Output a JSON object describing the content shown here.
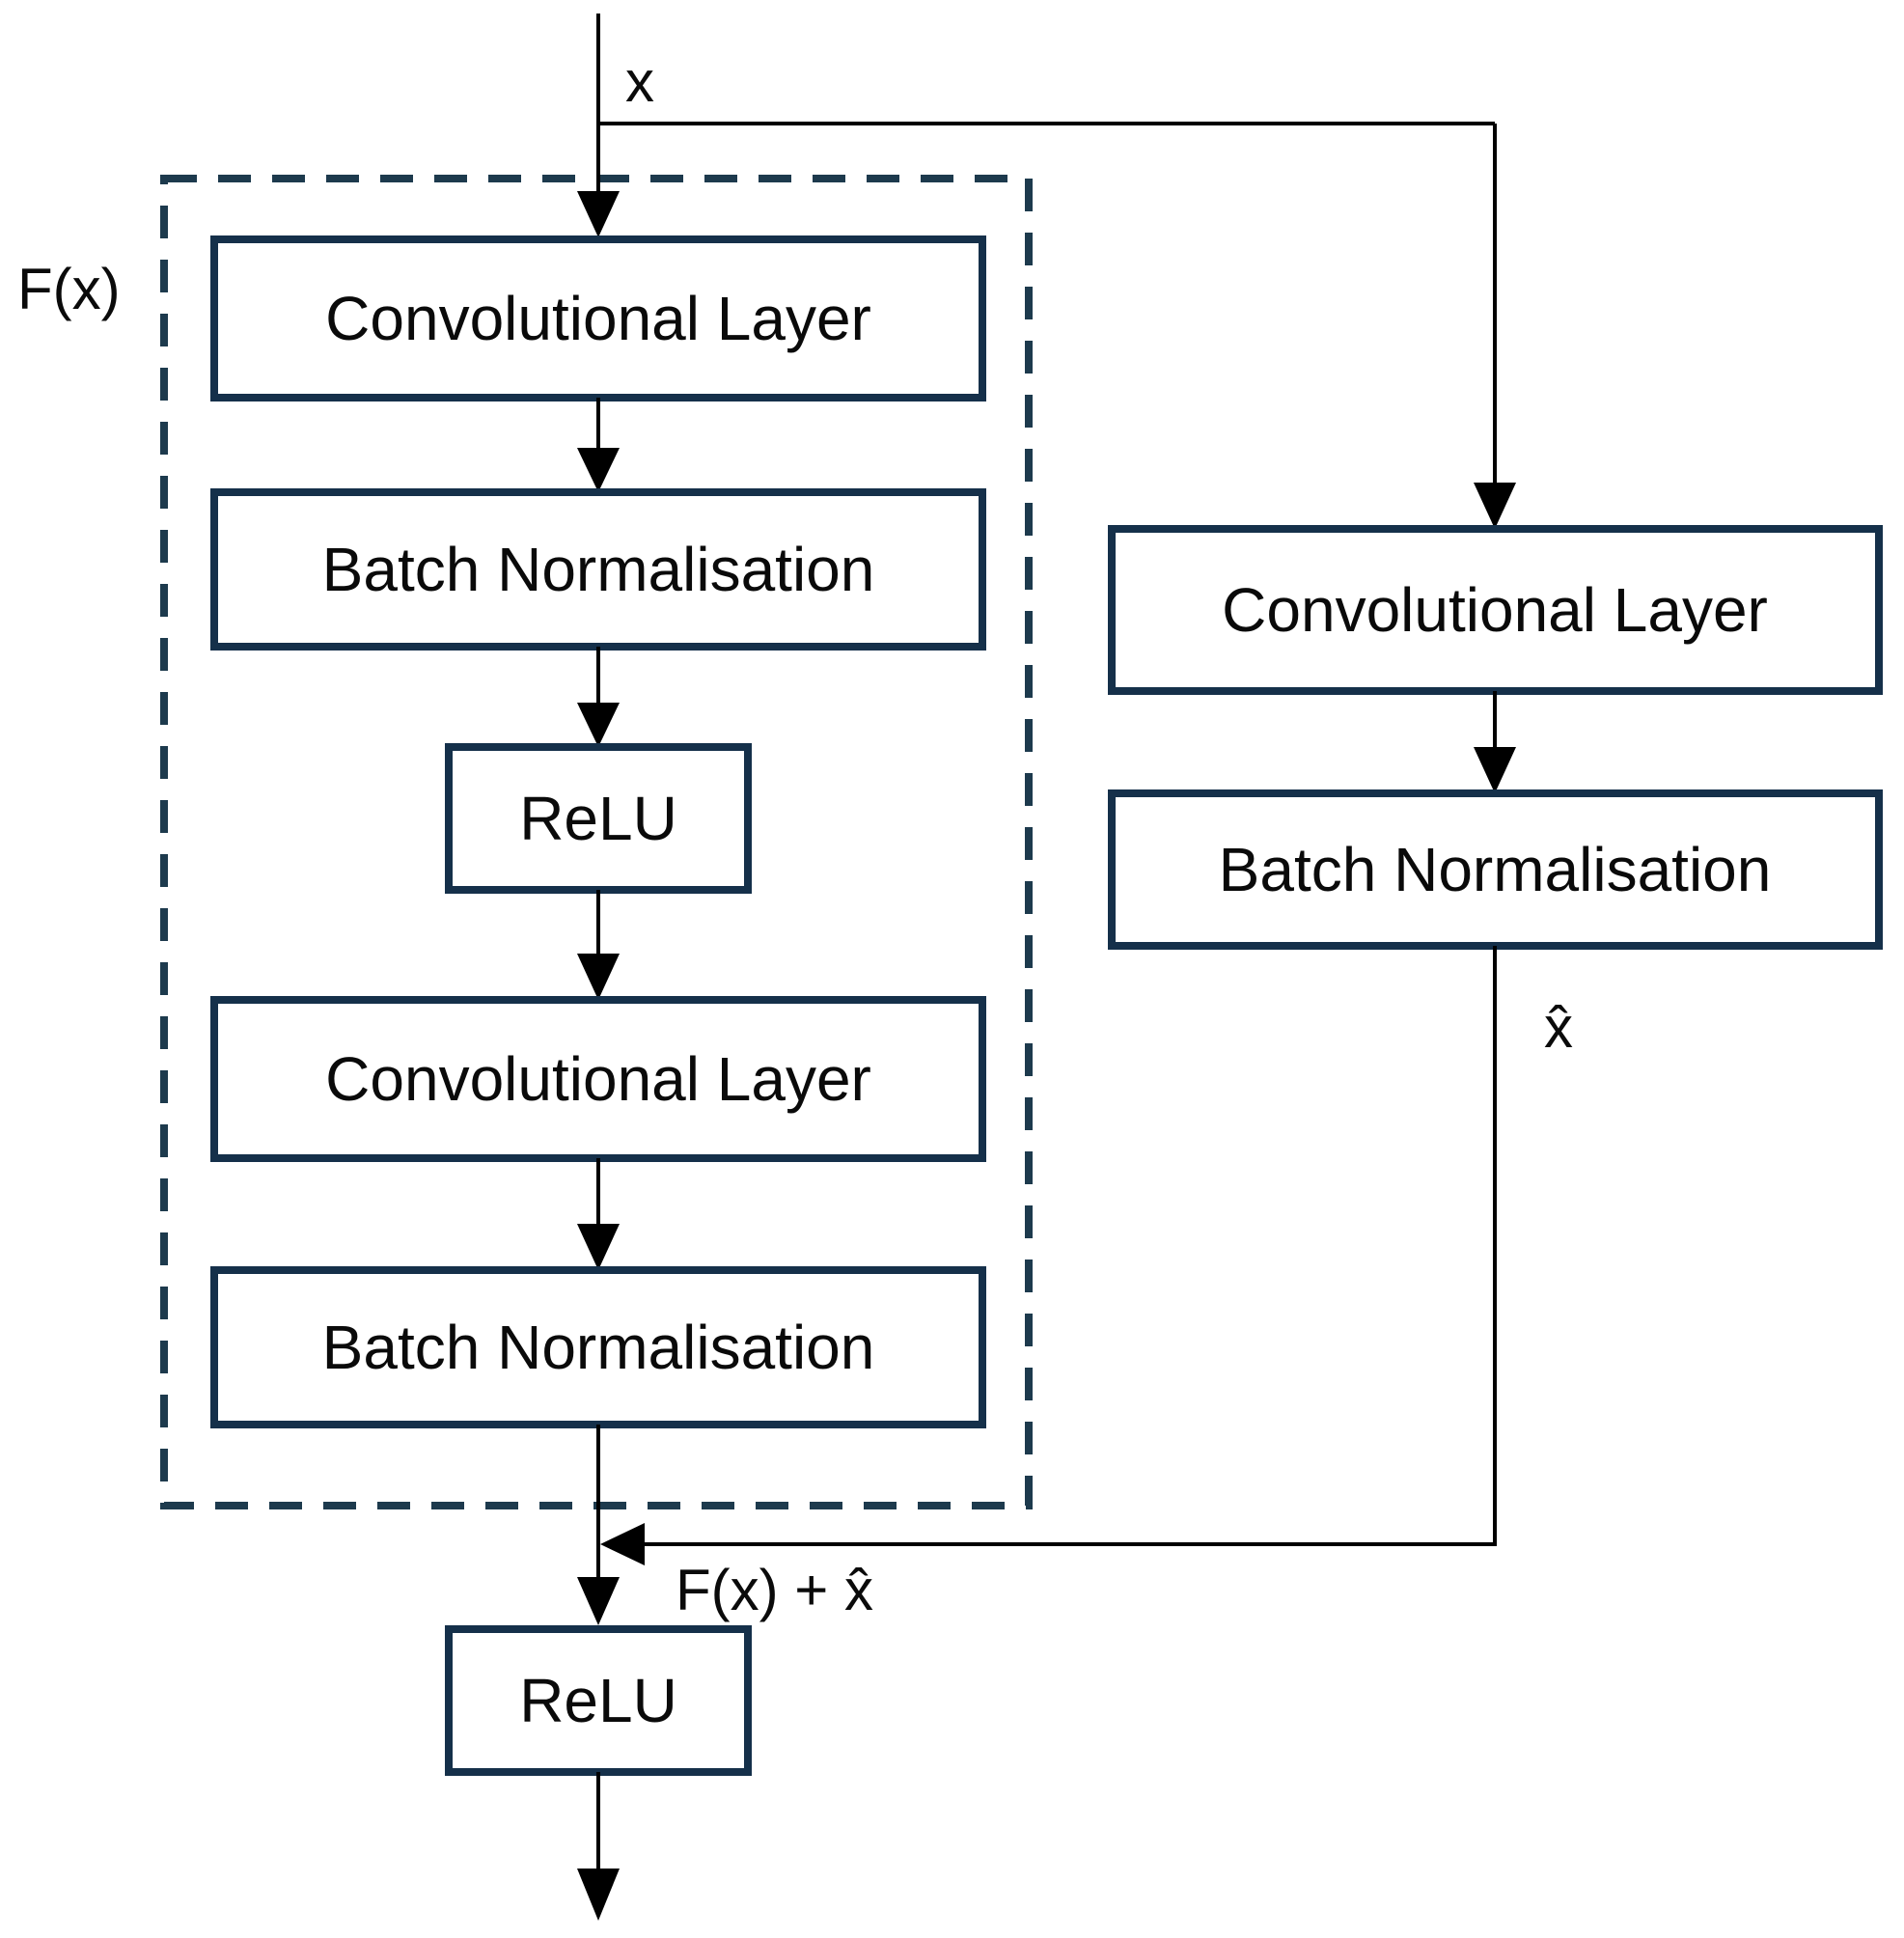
{
  "colors": {
    "background": "#ffffff",
    "box_border": "#15304a",
    "dashed_border": "#1d3a4d",
    "line": "#000000",
    "text": "#0a0a0a"
  },
  "labels": {
    "input": "x",
    "residual_function": "F(x)",
    "identity_output": "x̂",
    "merge_sum": "F(x) + x̂"
  },
  "residual_branch": {
    "nodes": [
      {
        "label": "Convolutional Layer"
      },
      {
        "label": "Batch Normalisation"
      },
      {
        "label": "ReLU"
      },
      {
        "label": "Convolutional Layer"
      },
      {
        "label": "Batch Normalisation"
      }
    ]
  },
  "skip_branch": {
    "nodes": [
      {
        "label": "Convolutional Layer"
      },
      {
        "label": "Batch Normalisation"
      }
    ]
  },
  "output": {
    "node": {
      "label": "ReLU"
    }
  }
}
